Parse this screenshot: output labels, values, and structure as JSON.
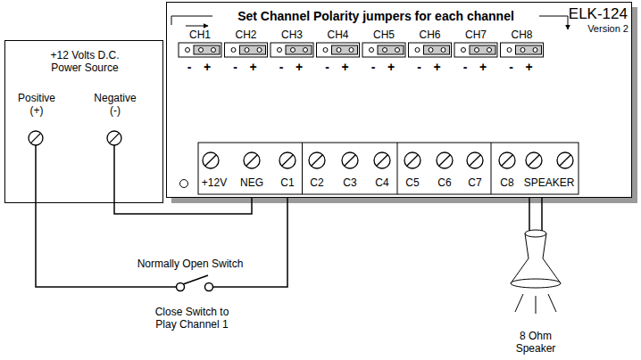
{
  "diagram": {
    "nodes": [
      {
        "text": [
          "+12 Volts D.C. Power Source",
          "Positive (+)",
          "Negative (-)"
        ]
      },
      {
        "text": [
          "ELK-124",
          "Version 2"
        ]
      }
    ],
    "edges": [
      {
        "from": 0,
        "to": 1,
        "arrow": "none"
      },
      {
        "from": 0,
        "to": 1,
        "arrow": "none"
      }
    ],
    "labels": [
      "Set Channel Polarity jumpers for each channel",
      "CH1",
      "CH2",
      "CH3",
      "CH4",
      "CH5",
      "CH6",
      "CH7",
      "CH8",
      "-",
      "+",
      "-",
      "+",
      "-",
      "+",
      "-",
      "+",
      "-",
      "+",
      "-",
      "+",
      "-",
      "+",
      "-",
      "+",
      "+12V",
      "NEG",
      "C1",
      "C2",
      "C3",
      "C4",
      "C5",
      "C6",
      "C7",
      "C8",
      "SPEAKER",
      "Normally Open Switch",
      "Close Switch to Play Channel 1",
      "8 Ohm Speaker"
    ]
  }
}
